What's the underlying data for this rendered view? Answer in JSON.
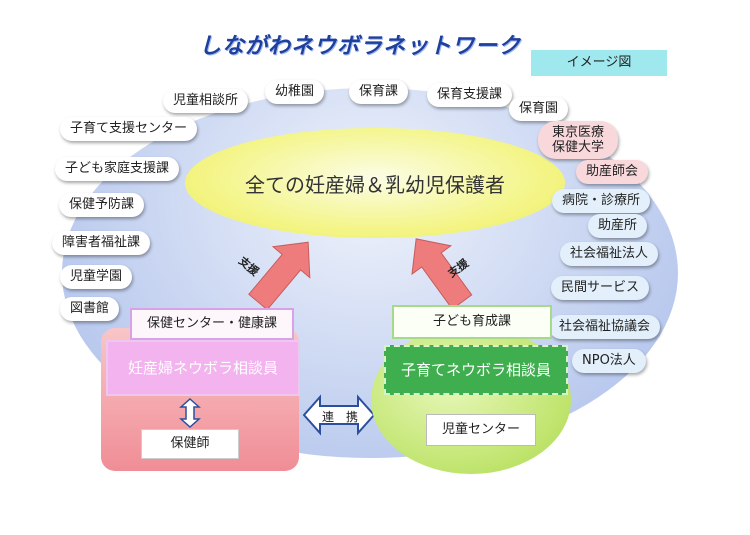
{
  "title": "しながわネウボラネットワーク",
  "image_tag": "イメージ図",
  "center": "全ての妊産婦＆乳幼児保護者",
  "top_nodes": [
    "児童相談所",
    "幼稚園",
    "保育課",
    "保育支援課",
    "保育園"
  ],
  "left_nodes": [
    "子育て支援センター",
    "子ども家庭支援課",
    "保健予防課",
    "障害者福祉課",
    "児童学園",
    "図書館"
  ],
  "right_nodes": [
    "東京医療\n保健大学",
    "助産師会",
    "病院・診療所",
    "助産所",
    "社会福祉法人",
    "民間サービス",
    "社会福祉協議会",
    "NPO法人"
  ],
  "left_group": {
    "label": "保健センター・健康課",
    "counselor": "妊産婦ネウボラ相談員",
    "nurse": "保健師",
    "support": "支援"
  },
  "right_group": {
    "label": "子ども育成課",
    "counselor": "子育てネウボラ相談員",
    "center": "児童センター",
    "support": "支援"
  },
  "link_label": "連　携",
  "colors": {
    "title": "#1f3f9c",
    "ellipse": "#c7d4f1",
    "center": "#f4f58a",
    "health_box": "#f08d96",
    "kids_circle": "#bfe46c",
    "green_counselor": "#3fae4e",
    "pink_counselor": "#f2b3ee",
    "arrow": "#ef7c7c"
  }
}
